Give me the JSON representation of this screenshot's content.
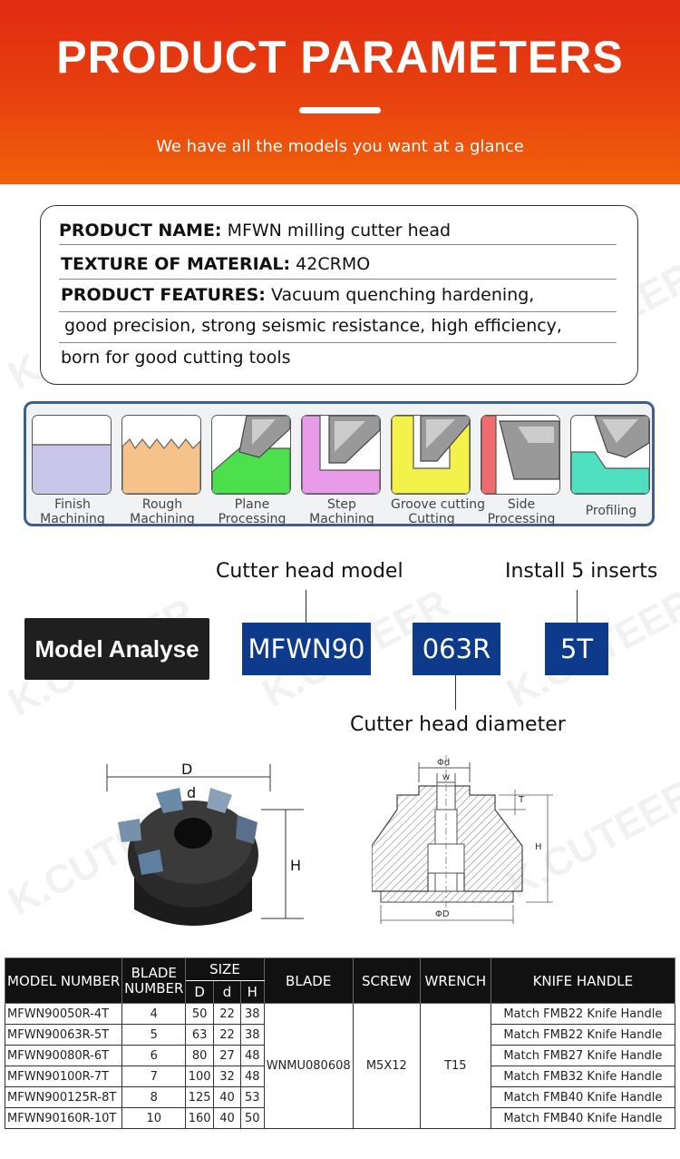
{
  "header": {
    "title": "PRODUCT PARAMETERS",
    "subtitle": "We have all the models you want at a glance"
  },
  "info": {
    "name_label": "PRODUCT NAME:",
    "name_value": " MFWN  milling cutter head",
    "material_label": "TEXTURE OF MATERIAL:",
    "material_value": " 42CRMO",
    "features_label": "PRODUCT FEATURES:",
    "features_value": " Vacuum quenching hardening,",
    "features_line2": "good precision, strong seismic resistance, high efficiency,",
    "features_line3": "born for good cutting tools"
  },
  "operations": [
    {
      "line1": "Finish",
      "line2": "Machining"
    },
    {
      "line1": "Rough",
      "line2": "Machining"
    },
    {
      "line1": "Plane",
      "line2": "Processing"
    },
    {
      "line1": "Step",
      "line2": "Machining"
    },
    {
      "line1": "Groove cutting",
      "line2": "Cutting"
    },
    {
      "line1": "Side",
      "line2": "Processing"
    },
    {
      "line1": "Profiling",
      "line2": ""
    }
  ],
  "model_analyse": {
    "label": "Model Analyse",
    "part1": "MFWN90",
    "part2": "063R",
    "part3": "5T",
    "caption_model": "Cutter head model",
    "caption_inserts": "Install 5 inserts",
    "caption_diameter": "Cutter head diameter"
  },
  "dimensions": {
    "D": "D",
    "d": "d",
    "H": "H",
    "drawing_d": "Φd",
    "drawing_w": "w",
    "drawing_T": "T",
    "drawing_H": "H",
    "drawing_D": "ΦD"
  },
  "table": {
    "headers": {
      "model": "MODEL NUMBER",
      "blade_number_1": "BLADE",
      "blade_number_2": "NUMBER",
      "size": "SIZE",
      "D": "D",
      "d": "d",
      "H": "H",
      "blade": "BLADE",
      "screw": "SCREW",
      "wrench": "WRENCH",
      "handle": "KNIFE HANDLE"
    },
    "blade": "WNMU080608",
    "screw": "M5X12",
    "wrench": "T15",
    "rows": [
      {
        "model": "MFWN90050R-4T",
        "num": "4",
        "D": "50",
        "d": "22",
        "H": "38",
        "handle": "Match FMB22 Knife Handle"
      },
      {
        "model": "MFWN90063R-5T",
        "num": "5",
        "D": "63",
        "d": "22",
        "H": "38",
        "handle": "Match FMB22 Knife Handle"
      },
      {
        "model": "MFWN90080R-6T",
        "num": "6",
        "D": "80",
        "d": "27",
        "H": "48",
        "handle": "Match FMB27 Knife Handle"
      },
      {
        "model": "MFWN90100R-7T",
        "num": "7",
        "D": "100",
        "d": "32",
        "H": "48",
        "handle": "Match FMB32 Knife Handle"
      },
      {
        "model": "MFWN900125R-8T",
        "num": "8",
        "D": "125",
        "d": "40",
        "H": "53",
        "handle": "Match FMB40 Knife Handle"
      },
      {
        "model": "MFWN90160R-10T",
        "num": "10",
        "D": "160",
        "d": "40",
        "H": "50",
        "handle": "Match FMB40 Knife Handle"
      }
    ]
  },
  "watermark": "K.CUTEER"
}
